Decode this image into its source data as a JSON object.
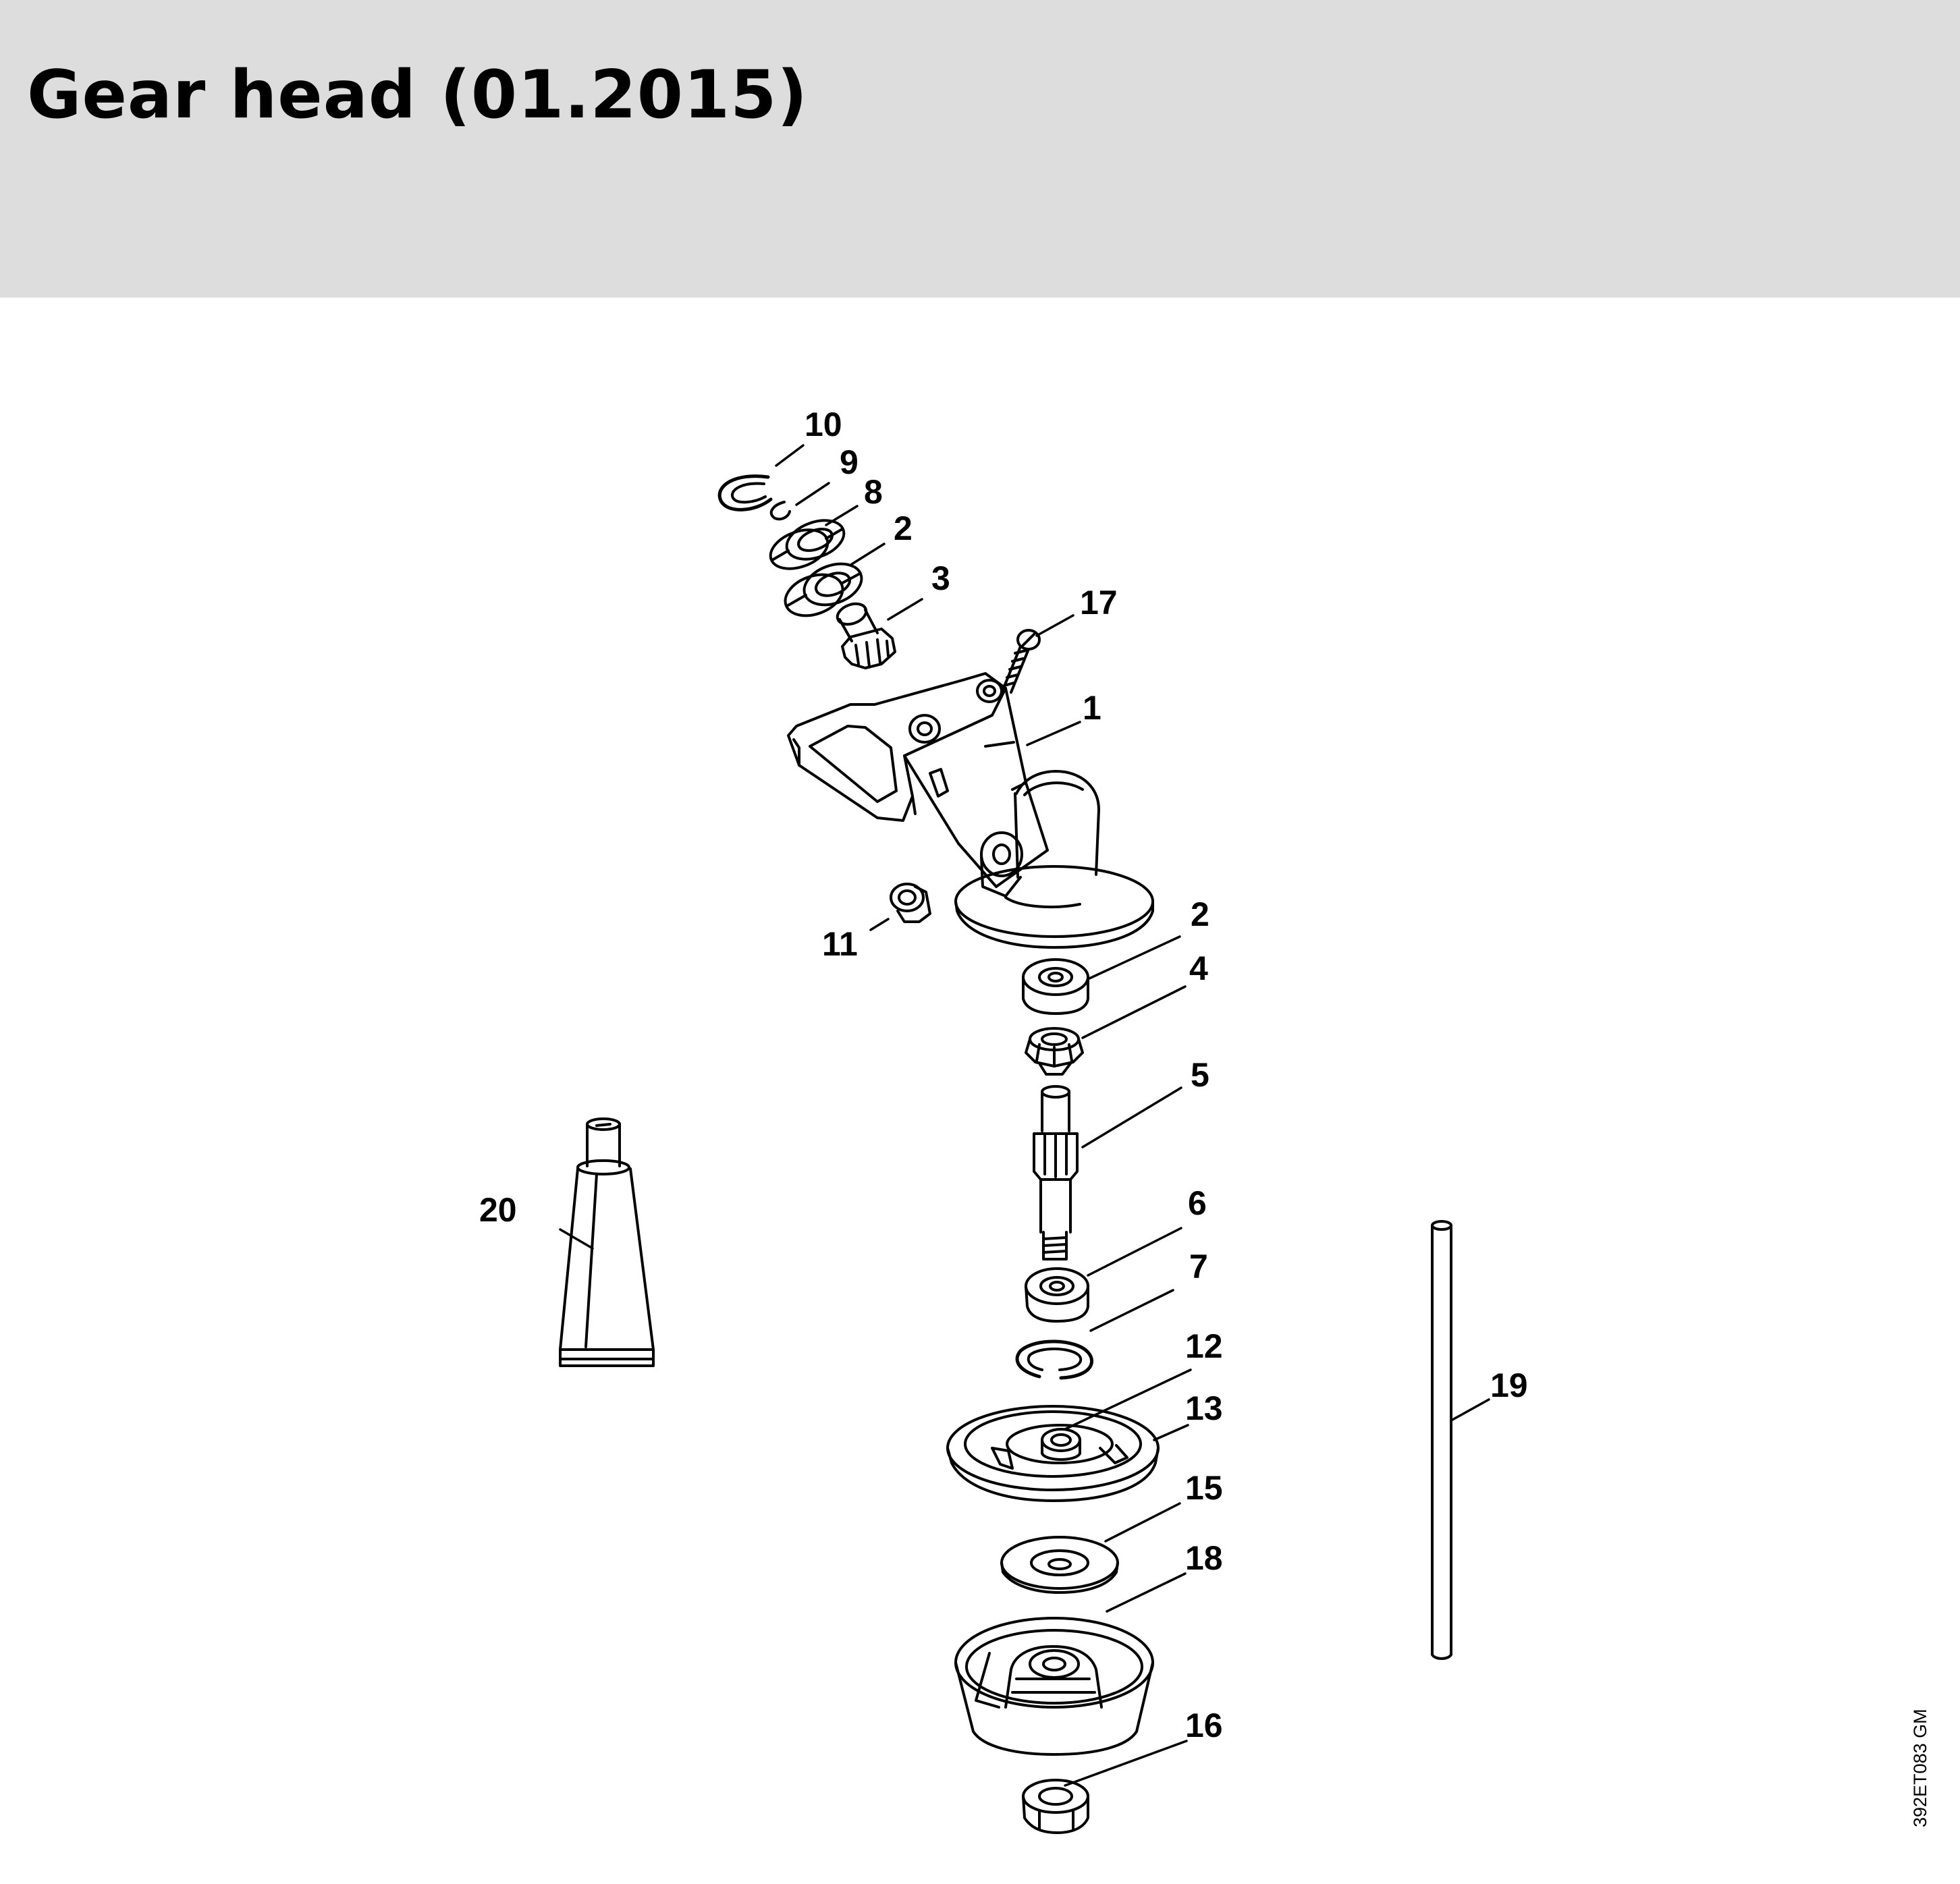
{
  "header": {
    "title": "Gear head (01.2015)"
  },
  "callouts": {
    "c10": "10",
    "c9": "9",
    "c8": "8",
    "c2a": "2",
    "c3": "3",
    "c17": "17",
    "c1": "1",
    "c11": "11",
    "c2b": "2",
    "c4": "4",
    "c5": "5",
    "c20": "20",
    "c6": "6",
    "c7": "7",
    "c12": "12",
    "c19": "19",
    "c13": "13",
    "c15": "15",
    "c18": "18",
    "c16": "16"
  },
  "drawing_code": "392ET083 GM"
}
